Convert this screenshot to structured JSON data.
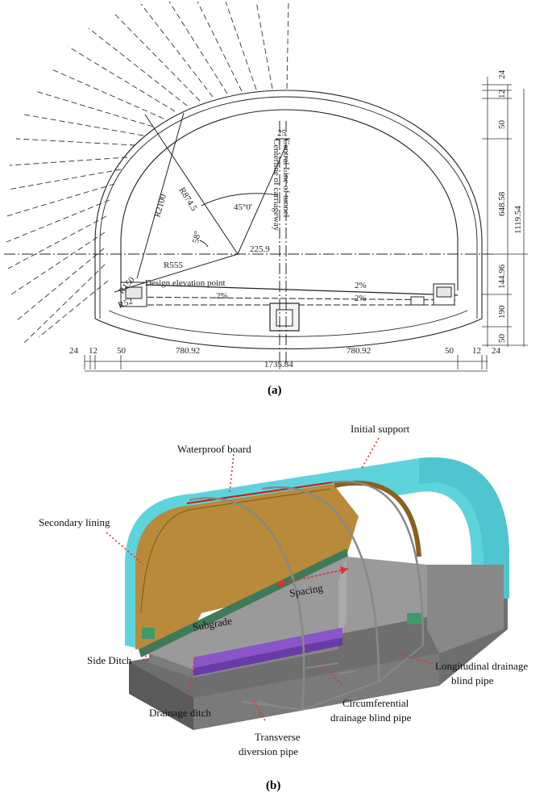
{
  "panel_a": {
    "caption": "(a)",
    "dims_bottom": [
      "24",
      "12",
      "50",
      "780.92",
      "780.92",
      "50",
      "12",
      "24"
    ],
    "total_width": "1735.84",
    "dims_right": [
      "24",
      "12",
      "50",
      "648.58",
      "1119.54",
      "144.96",
      "190",
      "50"
    ],
    "labels": {
      "r2100": "R2100",
      "r874": "R874.5",
      "r555": "R555",
      "r150": "R150",
      "r52": "R52",
      "angle45": "45°0'",
      "angle58": "58°",
      "dist225": "225.9",
      "dim25": "25",
      "central_line": "Central Line of tunnel",
      "centerline_carriageway": "Centerline of carriageway",
      "design_elev": "Design elevation point",
      "slope1": "2%",
      "slope2": "2%",
      "slope3": "2%"
    }
  },
  "panel_b": {
    "caption": "(b)",
    "labels": {
      "initial_support": "Initial support",
      "waterproof_board": "Waterproof board",
      "secondary_lining": "Secondary lining",
      "spacing": "Spacing",
      "subgrade": "Subgrade",
      "side_ditch": "Side Ditch",
      "longitudinal_1": "Longitudinal drainage",
      "longitudinal_2": "blind pipe",
      "drainage_ditch": "Drainage ditch",
      "circumferential_1": "Circumferential",
      "circumferential_2": "drainage blind pipe",
      "transverse_1": "Transverse",
      "transverse_2": "diversion pipe"
    },
    "colors": {
      "initial_support": "#5fd3dc",
      "secondary_lining": "#b88a3a",
      "waterproof_band": "#3f7a5a",
      "subgrade": "#9a9a9a",
      "base": "#6e6e6e",
      "drainage_ditch": "#8a55c8",
      "callout": "#e03030"
    }
  }
}
